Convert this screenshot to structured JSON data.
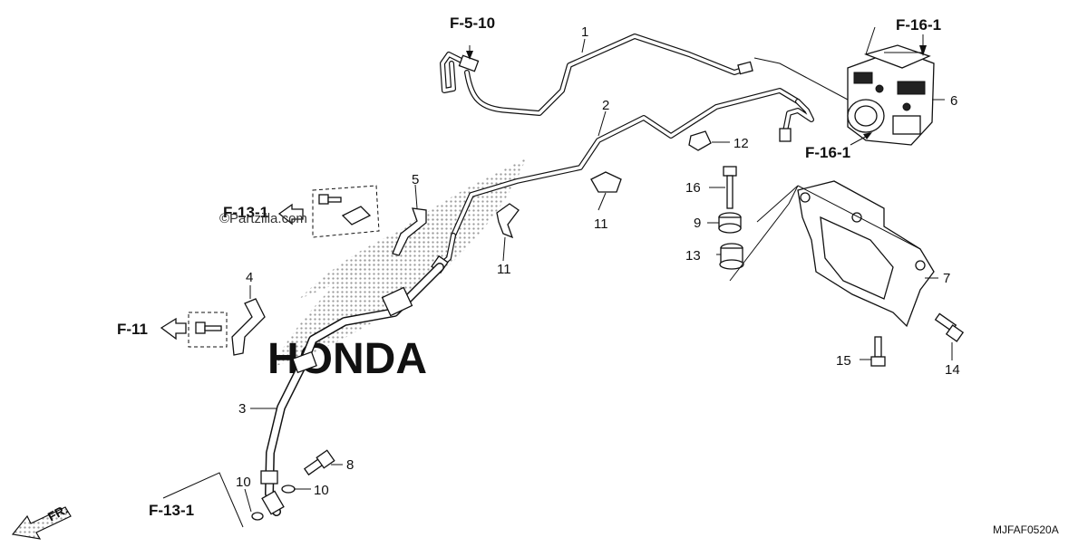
{
  "diagram": {
    "code": "MJFAF0520A",
    "watermark_brand": "HONDA",
    "watermark_site": "©Partzilla.com",
    "direction_label": "FR.",
    "refs": {
      "f510": "F-5-10",
      "f161_top": "F-16-1",
      "f161_mid": "F-16-1",
      "f131_left": "F-13-1",
      "f11": "F-11",
      "f131_bottom": "F-13-1"
    },
    "callouts": [
      "1",
      "2",
      "3",
      "4",
      "5",
      "6",
      "7",
      "8",
      "9",
      "10",
      "10",
      "11",
      "11",
      "12",
      "13",
      "14",
      "15",
      "16"
    ]
  }
}
